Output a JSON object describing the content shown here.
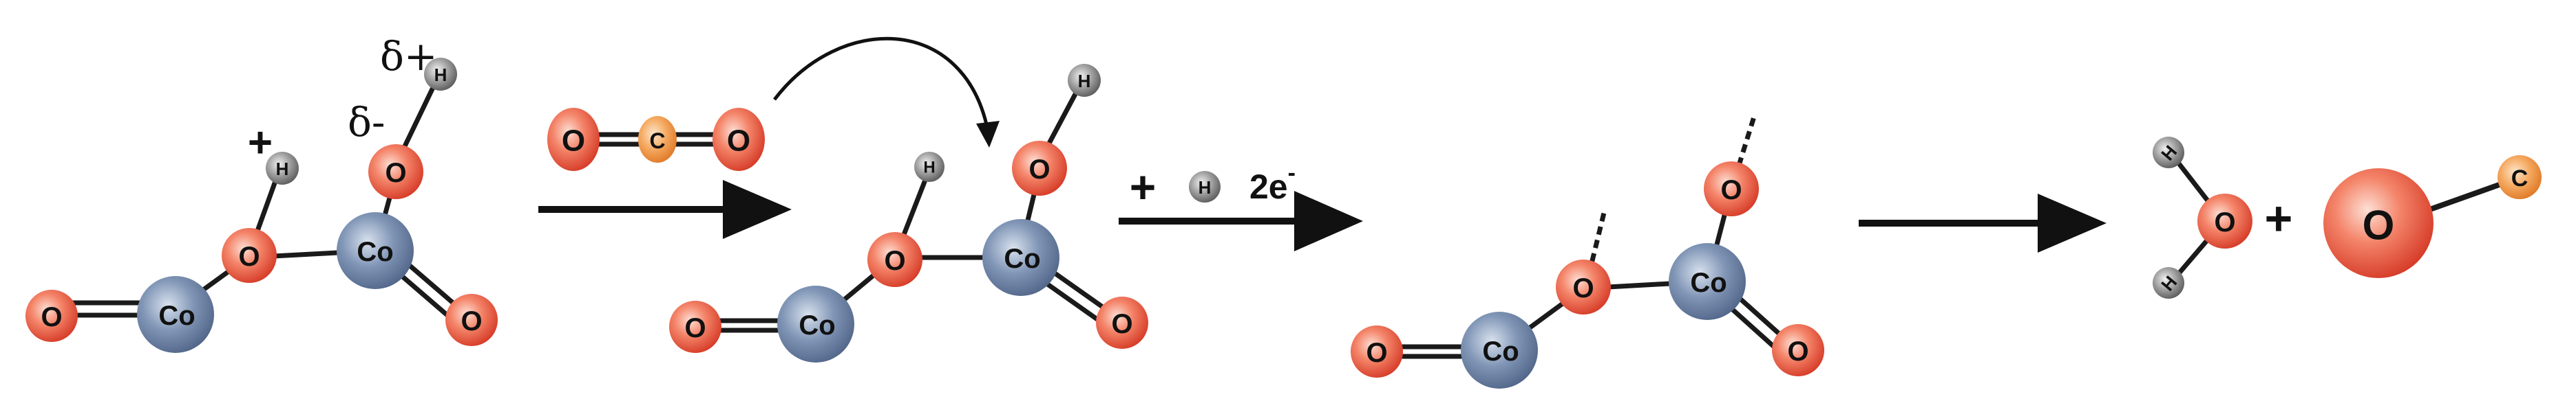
{
  "labels": {
    "cobalt": "Co",
    "oxygen": "O",
    "hydrogen": "H",
    "carbon": "C"
  },
  "annotations": {
    "delta_plus": "δ+",
    "delta_minus": "δ-",
    "plus": "+",
    "reagent_plus": "+",
    "two_e": "2e",
    "two_e_sup": "-",
    "product_plus": "+"
  },
  "colors": {
    "oxygen": "#e8553f",
    "cobalt": "#6f86a8",
    "hydrogen": "#8a8a8a",
    "carbon": "#f0a050",
    "bond": "#1a1a1a",
    "arrow": "#111111"
  },
  "icons": {
    "curved_arrow": "curved-arrow-icon",
    "reaction_arrow": "reaction-arrow-icon"
  }
}
